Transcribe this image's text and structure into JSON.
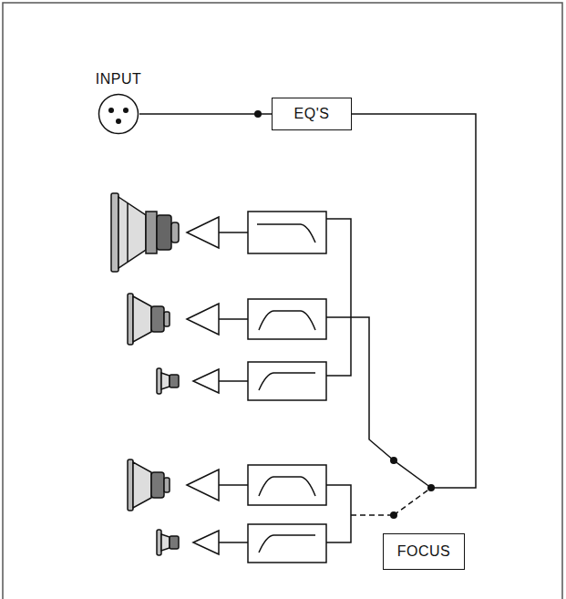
{
  "diagram": {
    "nodes": [
      {
        "text": [
          "INPUT"
        ]
      },
      {
        "text": [
          "EQ'S"
        ]
      },
      {
        "text": [
          "FOCUS"
        ]
      }
    ],
    "edges": [
      {
        "from": 0,
        "to": 1,
        "arrow": "none"
      }
    ]
  }
}
